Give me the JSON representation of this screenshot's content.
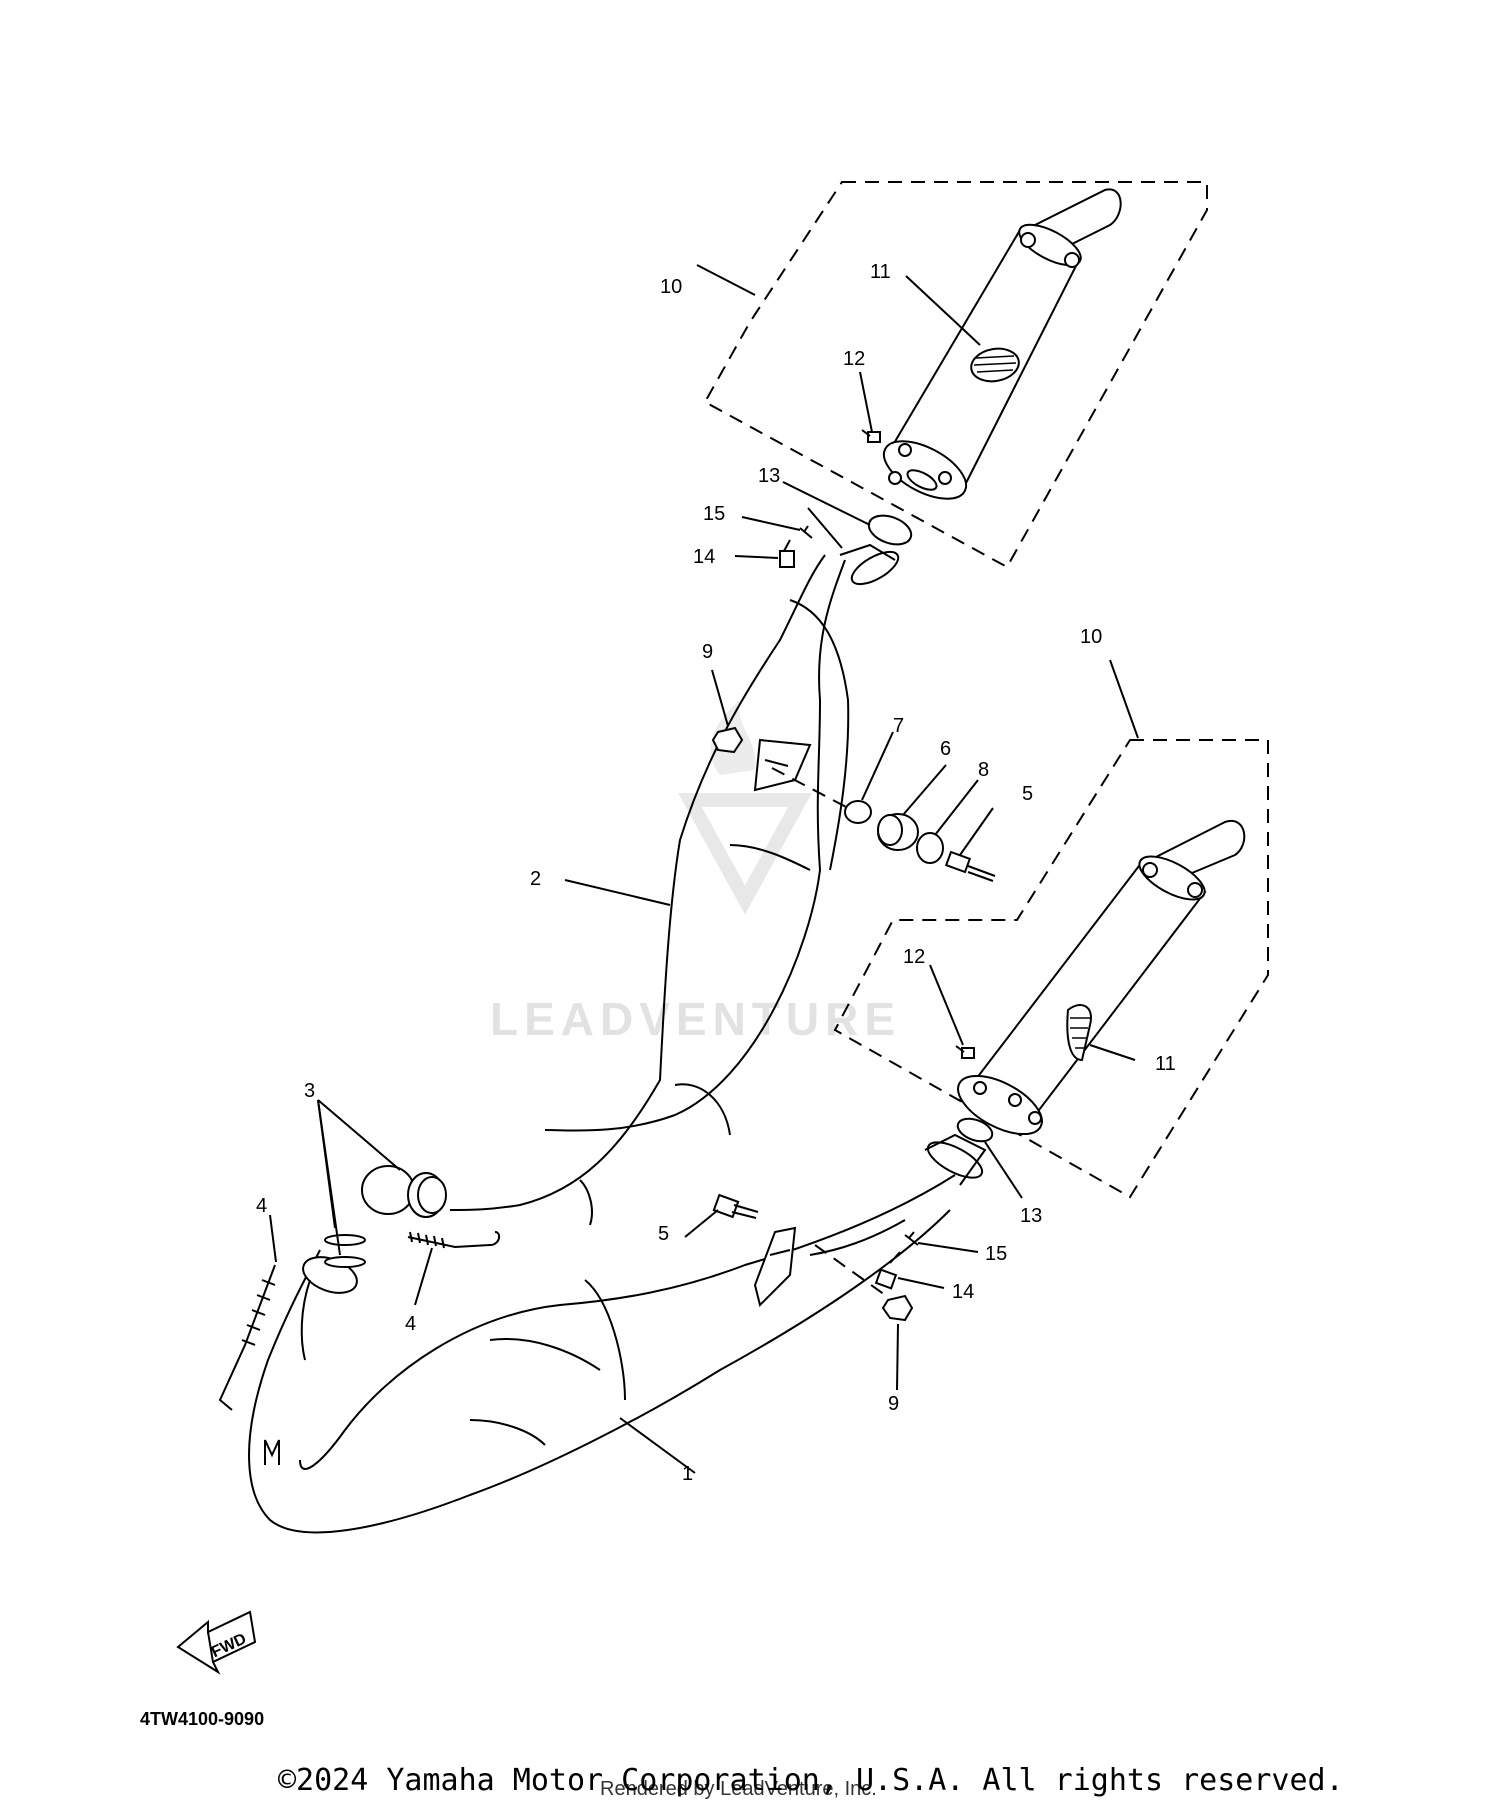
{
  "watermark": "LEADVENTURE",
  "diagram_code": "4TW4100-9090",
  "fwd_label": "FWD",
  "copyright": "©2024 Yamaha Motor Corporation, U.S.A. All rights reserved.",
  "rendered_by": "Rendered by LeadVenture, Inc.",
  "callouts": {
    "c1": "1",
    "c2": "2",
    "c3": "3",
    "c4a": "4",
    "c4b": "4",
    "c5a": "5",
    "c5b": "5",
    "c6": "6",
    "c7": "7",
    "c8": "8",
    "c9a": "9",
    "c9b": "9",
    "c10a": "10",
    "c10b": "10",
    "c11a": "11",
    "c11b": "11",
    "c12a": "12",
    "c12b": "12",
    "c13a": "13",
    "c13b": "13",
    "c14a": "14",
    "c14b": "14",
    "c15a": "15",
    "c15b": "15"
  }
}
